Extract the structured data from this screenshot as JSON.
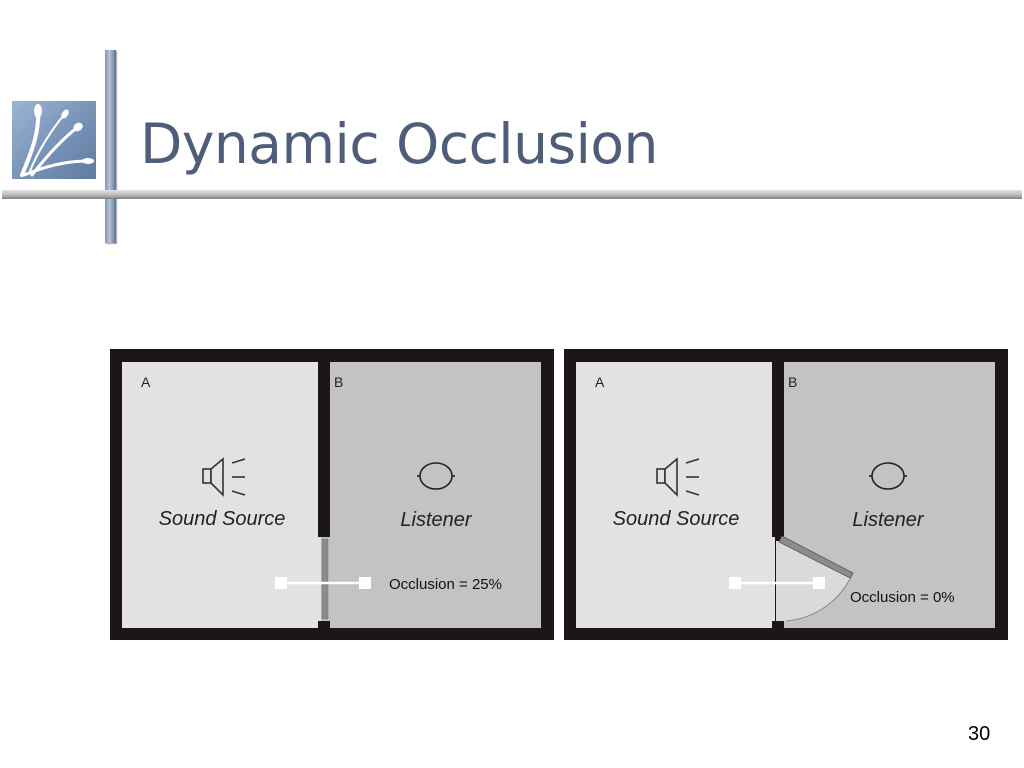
{
  "slide": {
    "title": "Dynamic Occlusion",
    "page_number": "30"
  },
  "diagram_left": {
    "room_a_label": "A",
    "room_b_label": "B",
    "source_label": "Sound Source",
    "listener_label": "Listener",
    "occlusion_text": "Occlusion = 25%",
    "door_state": "nearly closed"
  },
  "diagram_right": {
    "room_a_label": "A",
    "room_b_label": "B",
    "source_label": "Sound Source",
    "listener_label": "Listener",
    "occlusion_text": "Occlusion = 0%",
    "door_state": "open"
  },
  "colors": {
    "title": "#4f5e78",
    "wall": "#1c1616",
    "room_a_fill": "#e2e2e2",
    "room_b_fill": "#c4c3c3",
    "door": "#8c8c8c",
    "sensor": "#ffffff",
    "logo_bg": "#7f9bc0",
    "accent_bar": "#8597b0"
  },
  "icons": [
    "logo-icon",
    "speaker-icon",
    "listener-icon"
  ]
}
